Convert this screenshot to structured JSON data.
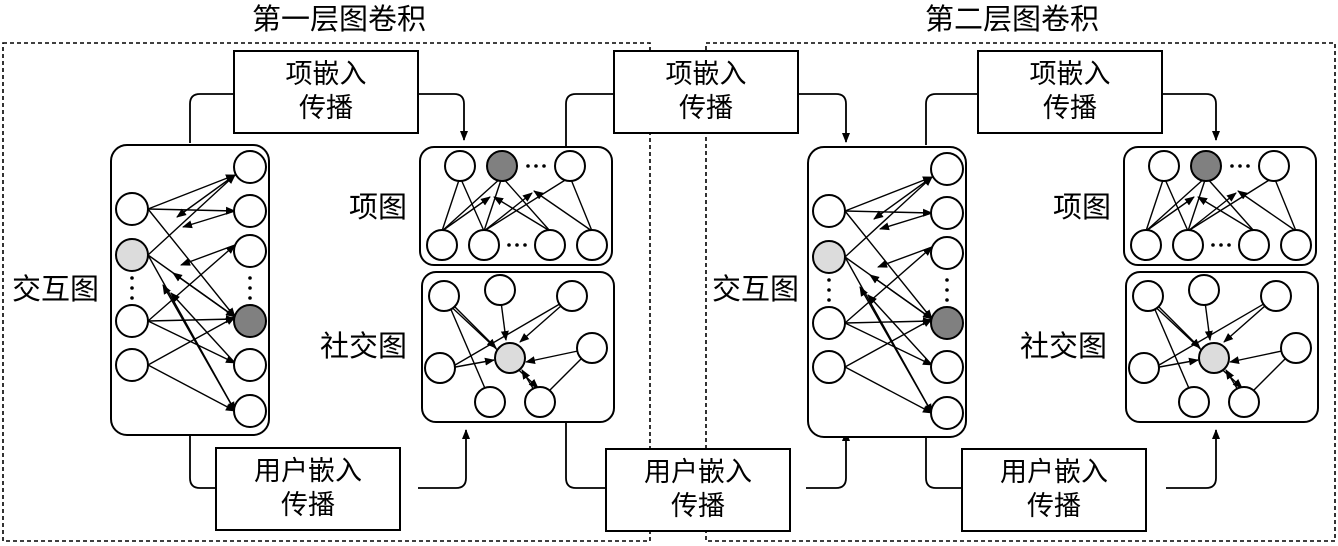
{
  "titles": {
    "layer1": "第一层图卷积",
    "layer2": "第二层图卷积"
  },
  "labels": {
    "item_prop_line1": "项嵌入",
    "item_prop_line2": "传播",
    "user_prop_line1": "用户嵌入",
    "user_prop_line2": "传播",
    "interaction_graph": "交互图",
    "item_graph": "项图",
    "social_graph": "社交图"
  },
  "colors": {
    "light_node": "#dcdcdc",
    "dark_node": "#808080",
    "line": "#000000"
  }
}
